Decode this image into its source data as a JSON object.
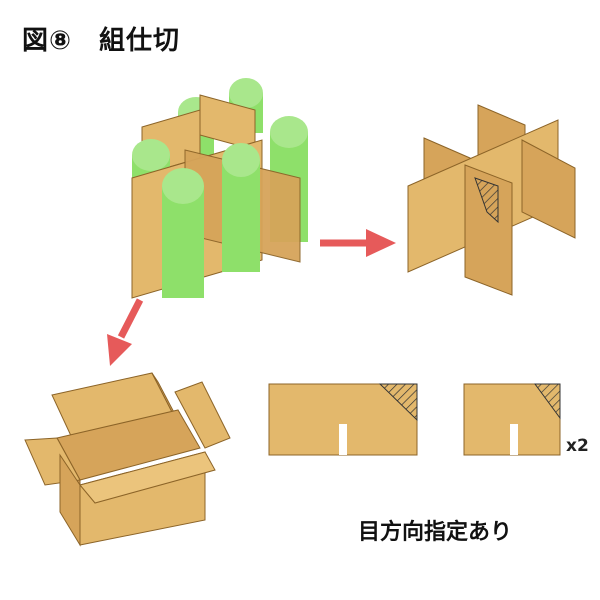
{
  "title": "図⑧　組仕切",
  "count_label": "x2",
  "note_label": "目方向指定あり",
  "colors": {
    "cardboard": "#E3B86C",
    "cardboard_dark": "#D6A45A",
    "cardboard_outline": "#8C6428",
    "bottle": "#8EE06A",
    "bottle_top": "#A9E78C",
    "arrow": "#E65A5A"
  },
  "icons": [
    "right-arrow-icon",
    "down-left-arrow-icon"
  ]
}
